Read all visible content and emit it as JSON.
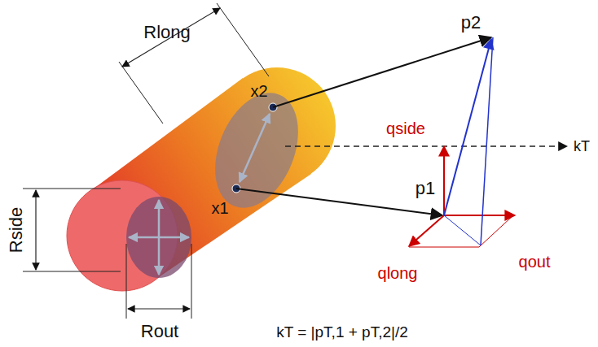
{
  "diagram": {
    "labels": [
      "Rlong",
      "p2",
      "x2",
      "qside",
      "kT",
      "p1",
      "Rside",
      "x1",
      "qout",
      "qlong",
      "Rout",
      "kT = |pT,1 + pT,2|/2"
    ]
  }
}
